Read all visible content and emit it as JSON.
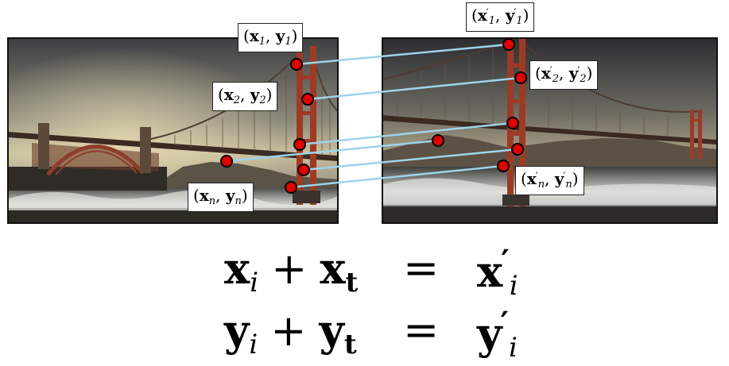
{
  "labels": {
    "p1_left": "(x1, y1)",
    "p2_left": "(x2, y2)",
    "pn_left": "(xn, yn)",
    "p1_right": "(x'1, y'1)",
    "p2_right": "(x'2, y'2)",
    "pn_right": "(x'n, y'n)"
  },
  "equations": [
    {
      "lhs": "x_i + x_t",
      "eq": "=",
      "rhs": "x'_i"
    },
    {
      "lhs": "y_i + y_t",
      "eq": "=",
      "rhs": "y'_i"
    }
  ],
  "colors": {
    "keypoint": "#e00000",
    "match_line": "#9ed3e8",
    "label_border": "#222222"
  }
}
